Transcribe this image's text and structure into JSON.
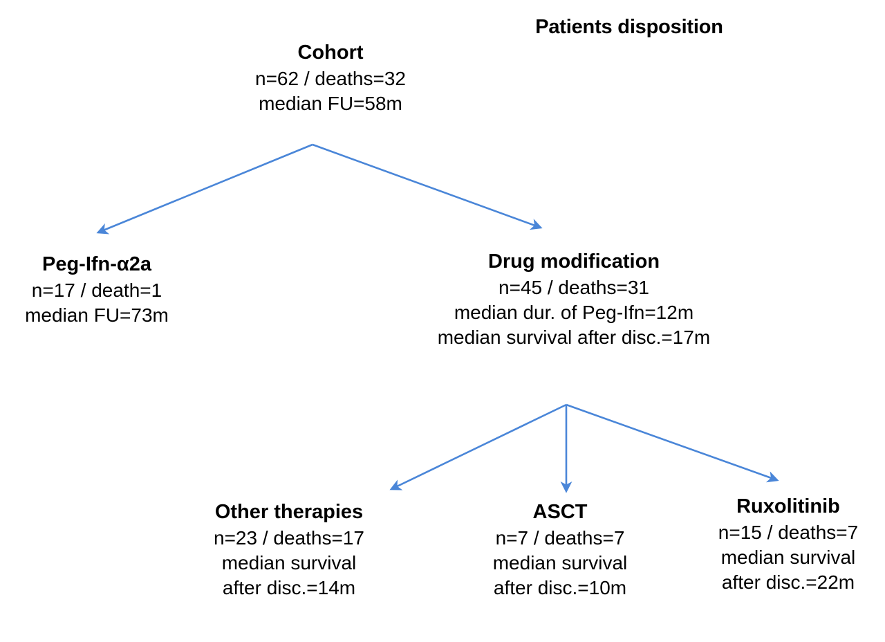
{
  "figure": {
    "title": "Patients disposition",
    "type": "flowchart",
    "background_color": "#ffffff",
    "text_color": "#000000",
    "arrow_color": "#4a86d8"
  },
  "nodes": [
    {
      "id": "cohort",
      "title": "Cohort",
      "lines": [
        "n=62 / deaths=32",
        "median FU=58m"
      ]
    },
    {
      "id": "pegifn",
      "title": "Peg-Ifn-α2a",
      "lines": [
        "n=17 / death=1",
        "median FU=73m"
      ]
    },
    {
      "id": "drugmod",
      "title": "Drug modification",
      "lines": [
        "n=45 / deaths=31",
        "median dur. of Peg-Ifn=12m",
        "median survival after disc.=17m"
      ]
    },
    {
      "id": "other",
      "title": "Other therapies",
      "lines": [
        "n=23 / deaths=17",
        "median survival",
        "after disc.=14m"
      ]
    },
    {
      "id": "asct",
      "title": "ASCT",
      "lines": [
        "n=7 / deaths=7",
        "median survival",
        "after disc.=10m"
      ]
    },
    {
      "id": "ruxolitinib",
      "title": "Ruxolitinib",
      "lines": [
        "n=15 / deaths=7",
        "median survival",
        "after disc.=22m"
      ]
    }
  ],
  "edges": [
    {
      "id": "cohort-to-pegifn",
      "from": "cohort",
      "to": "pegifn"
    },
    {
      "id": "cohort-to-drugmod",
      "from": "cohort",
      "to": "drugmod"
    },
    {
      "id": "drugmod-to-other",
      "from": "drugmod",
      "to": "other"
    },
    {
      "id": "drugmod-to-asct",
      "from": "drugmod",
      "to": "asct"
    },
    {
      "id": "drugmod-to-ruxolitinib",
      "from": "drugmod",
      "to": "ruxolitinib"
    }
  ]
}
